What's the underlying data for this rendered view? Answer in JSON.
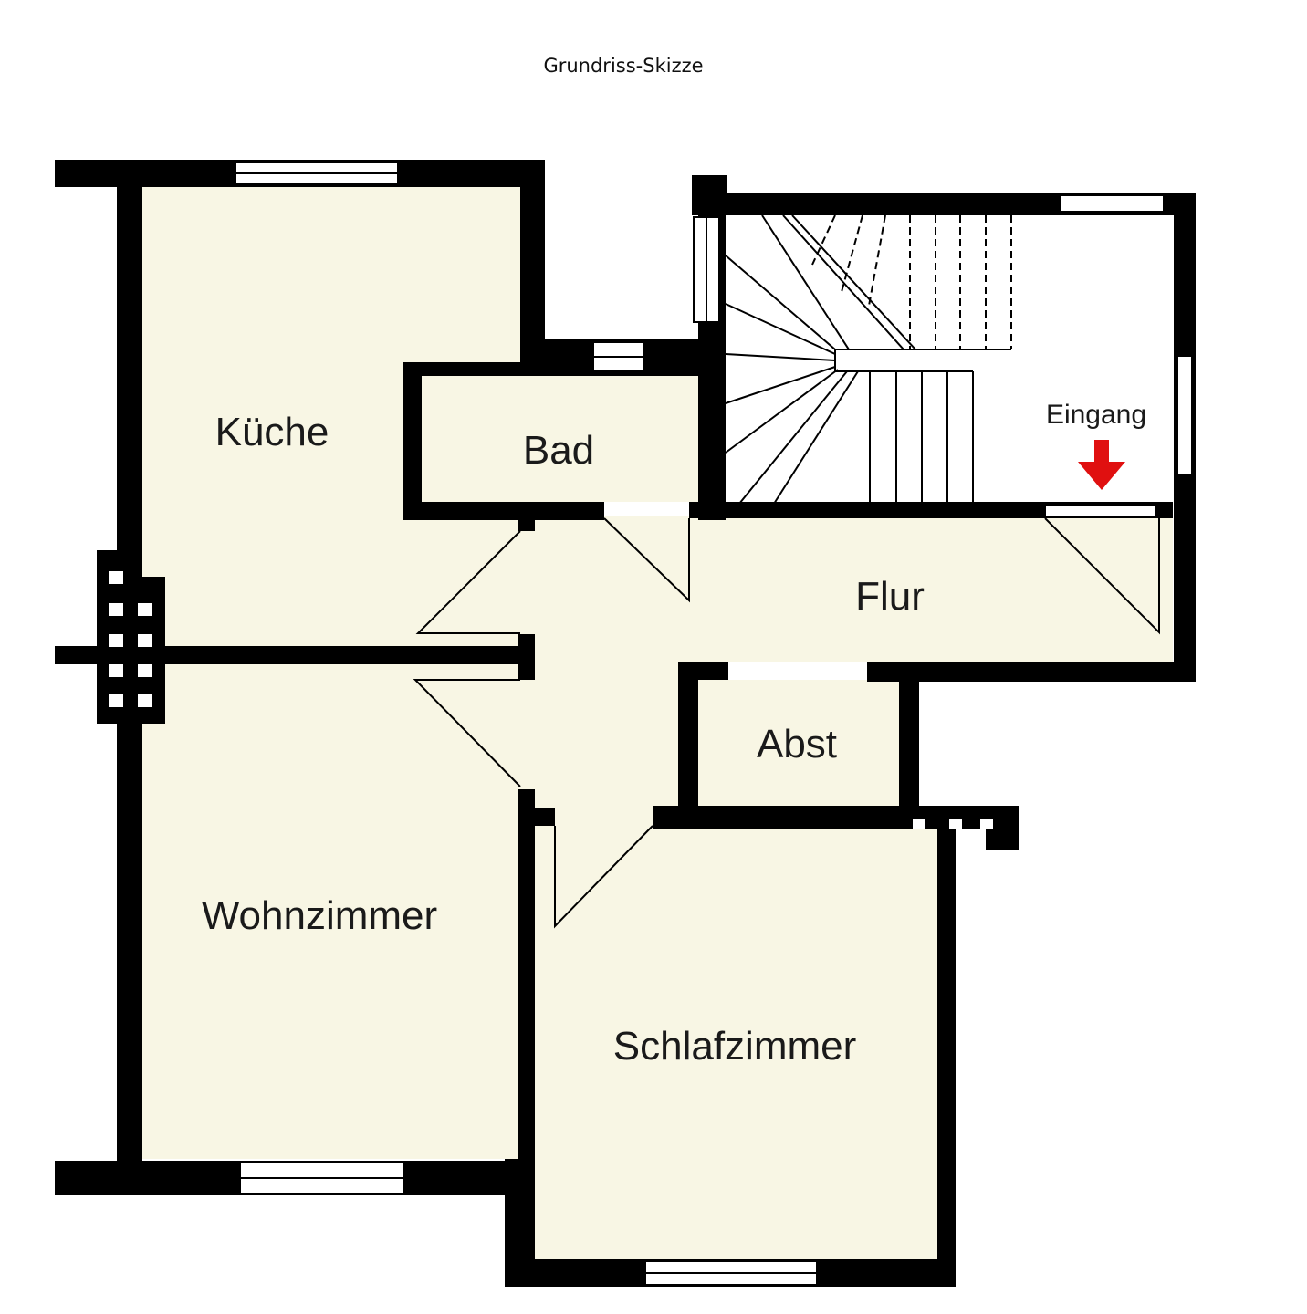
{
  "title": "Grundriss-Skizze",
  "colors": {
    "room_fill": "#f8f6e4",
    "wall": "#000000",
    "stair_fill": "#ffffff",
    "arrow": "#e01010"
  },
  "rooms": [
    {
      "id": "kueche",
      "label": "Küche"
    },
    {
      "id": "bad",
      "label": "Bad"
    },
    {
      "id": "flur",
      "label": "Flur"
    },
    {
      "id": "abst",
      "label": "Abst"
    },
    {
      "id": "wohnzimmer",
      "label": "Wohnzimmer"
    },
    {
      "id": "schlafzimmer",
      "label": "Schlafzimmer"
    }
  ],
  "entrance": {
    "label": "Eingang",
    "icon": "arrow-down-icon"
  }
}
